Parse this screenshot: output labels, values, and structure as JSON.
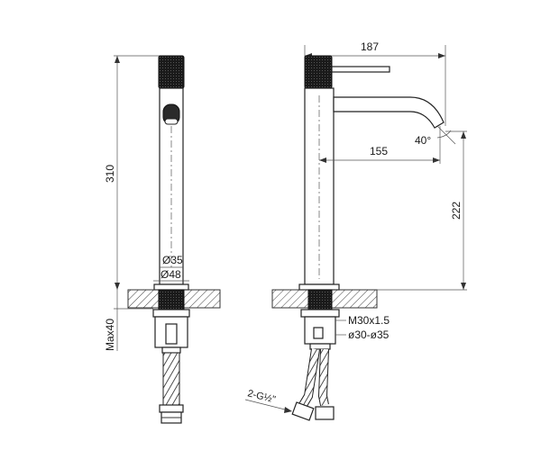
{
  "drawing": {
    "front_view": {
      "height_label": "310",
      "diam_top_label": "Ø35",
      "diam_base_label": "Ø48",
      "max_thickness_label": "Max40"
    },
    "side_view": {
      "reach_label": "187",
      "spout_reach_label": "155",
      "spout_height_label": "222",
      "angle_label": "40°",
      "thread_label": "M30x1.5",
      "hole_label": "ø30-ø35",
      "hose_label": "2-G½\""
    }
  }
}
